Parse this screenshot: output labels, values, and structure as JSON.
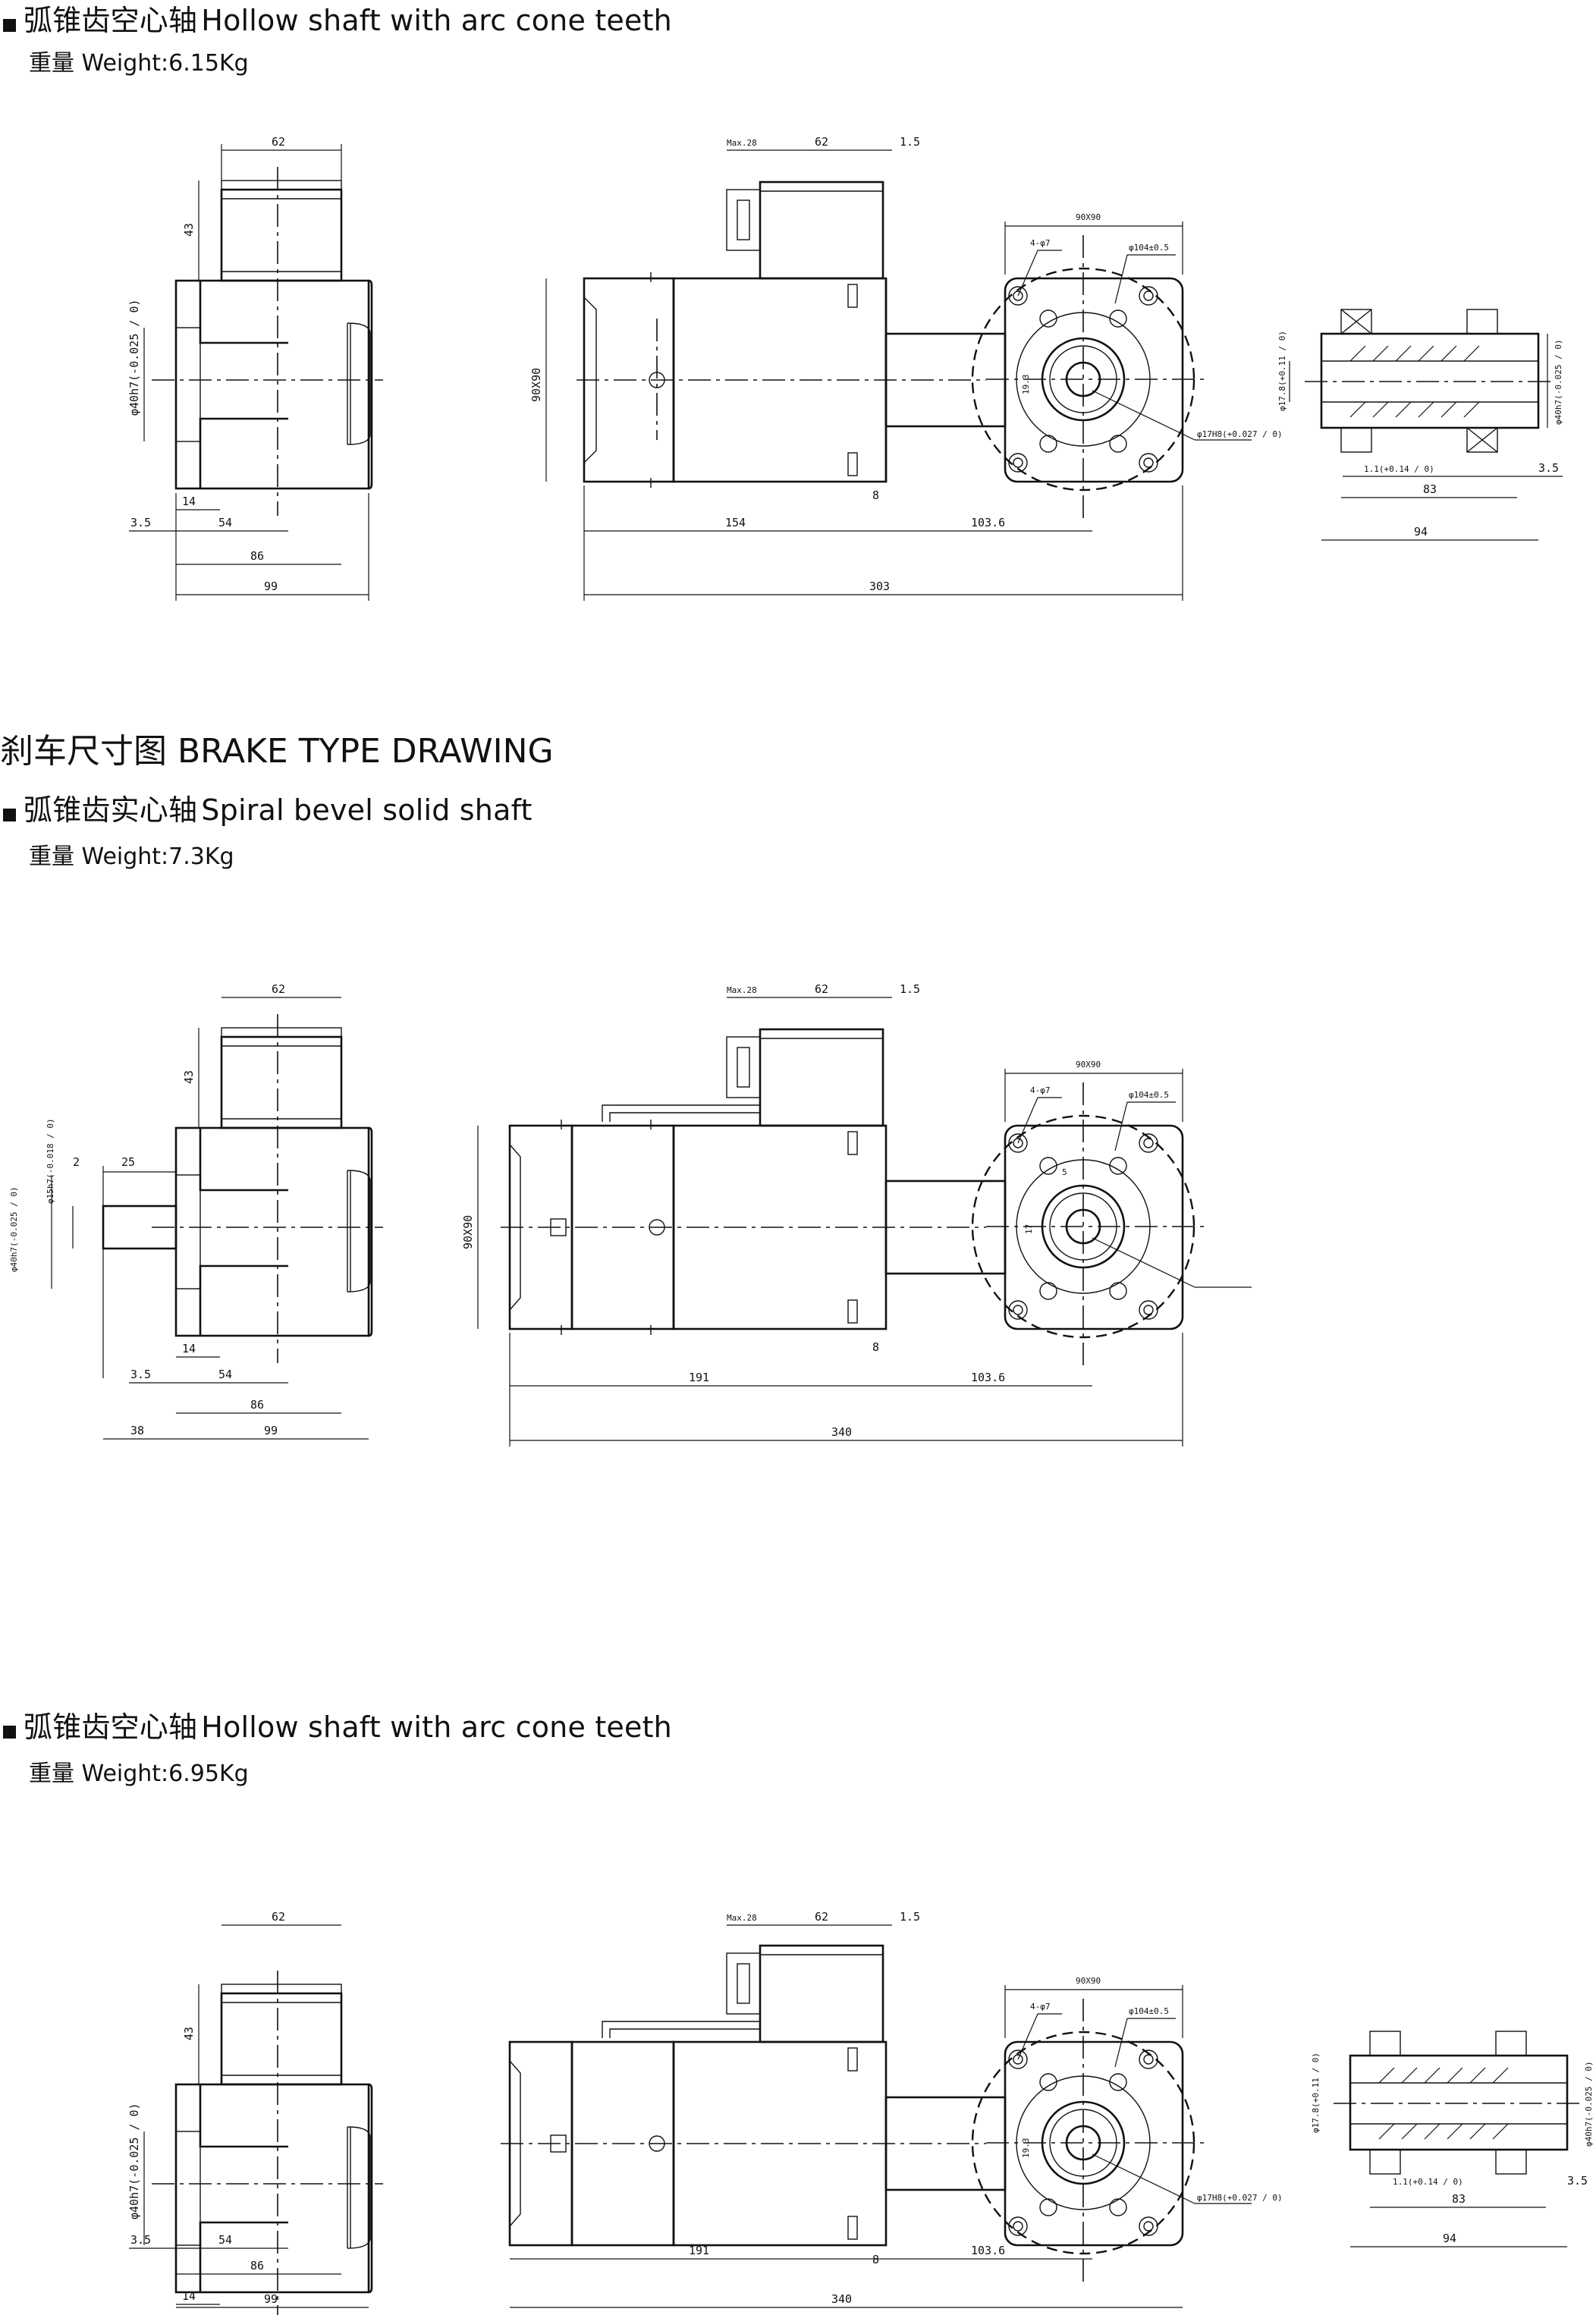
{
  "sections": [
    {
      "title_zh": "弧锥齿空心轴",
      "title_en": "Hollow shaft with arc cone teeth",
      "weight_label": "重量 Weight:6.15Kg"
    },
    {
      "title_zh": "弧锥齿实心轴",
      "title_en": "Spiral bevel solid shaft",
      "weight_label": "重量 Weight:7.3Kg"
    },
    {
      "title_zh": "弧锥齿空心轴",
      "title_en": "Hollow shaft with arc cone teeth",
      "weight_label": "重量 Weight:6.95Kg"
    }
  ],
  "brake_heading": "刹车尺寸图 BRAKE TYPE DRAWING",
  "dims": {
    "d62": "62",
    "d43": "43",
    "d14": "14",
    "d35": "3.5",
    "d54": "54",
    "d86": "86",
    "d99": "99",
    "d38": "38",
    "d2": "2",
    "d25": "25",
    "shaft40": "φ40h7(-0.025 / 0)",
    "shaft15": "φ15h7(-0.018 / 0)",
    "max28": "Max.28",
    "d15": "1.5",
    "sq90": "90X90",
    "d8": "8",
    "d154": "154",
    "d1036": "103.6",
    "d303": "303",
    "d191": "191",
    "d340": "340",
    "holes": "4-φ7",
    "pcd": "φ104±0.5",
    "d193": "19.3",
    "d5": "5",
    "d17": "17",
    "bore": "φ17H8(+0.027 / 0)",
    "d178": "φ17.8(+0.11 / 0)",
    "d11": "1.1(+0.14 / 0)",
    "d83": "83",
    "d94": "94"
  }
}
